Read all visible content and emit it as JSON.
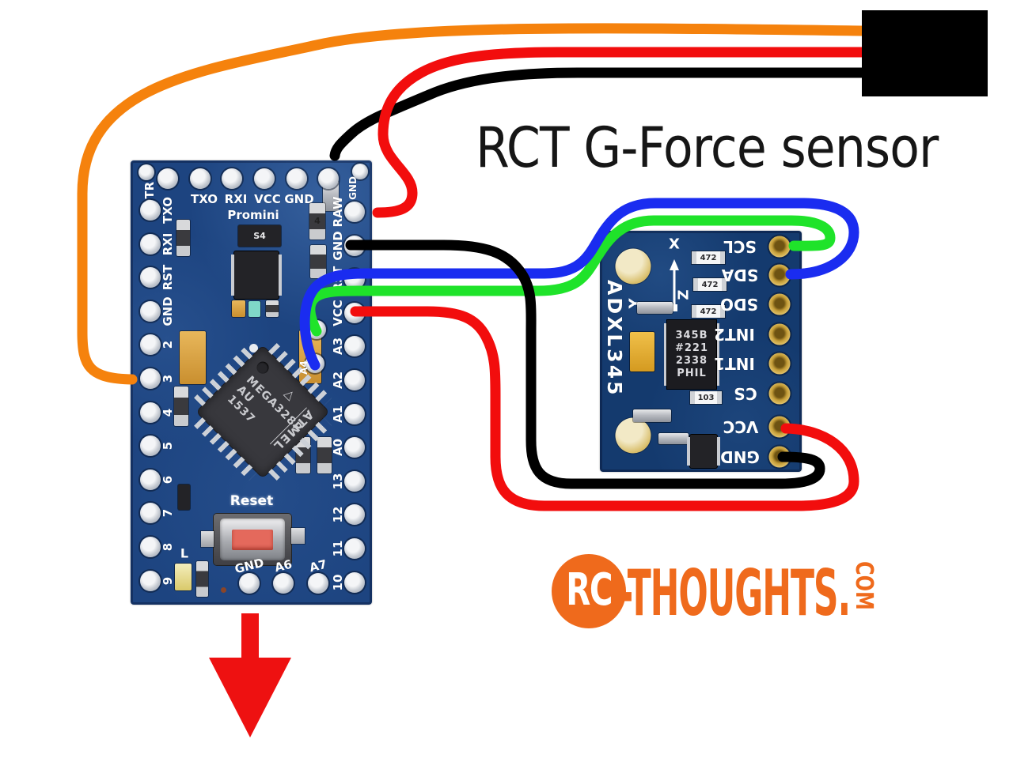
{
  "title": "RCT G-Force sensor",
  "brand": {
    "circle_text": "RC",
    "wordmark": "-THOUGHTS.",
    "tld": "COM"
  },
  "receiver": {
    "wires": [
      "orange",
      "red",
      "black"
    ]
  },
  "arduino_board": {
    "silk_top": {
      "pins": [
        "TXO",
        "RXI",
        "VCC",
        "GND"
      ],
      "name": "Promini"
    },
    "left_pins": [
      "DTR",
      "TXO",
      "RXI",
      "RST",
      "GND",
      "2",
      "3",
      "4",
      "5",
      "6",
      "7",
      "8",
      "9"
    ],
    "right_pins": [
      "RAW",
      "GND",
      "RST",
      "VCC",
      "A3",
      "A2",
      "A1",
      "A0",
      "13",
      "12",
      "11",
      "10"
    ],
    "right_corner_pin": "GND",
    "interior_pins": [
      "A4"
    ],
    "bottom_pins": [
      "GND",
      "A6",
      "A7"
    ],
    "reset_label": "Reset",
    "led_label": "L",
    "regulator_label": "S4",
    "component_label": "4",
    "mcu": {
      "brand": "ATMEL",
      "logo_mark": "△",
      "line1": "MEGA328P",
      "line2": "AU",
      "line3": "1537"
    }
  },
  "sensor_board": {
    "name": "ADXL345",
    "pins": [
      "SCL",
      "SDA",
      "SDO",
      "INT2",
      "INT1",
      "CS",
      "VCC",
      "GND"
    ],
    "axis_labels": {
      "x": "X",
      "y": "Y",
      "z": "Z"
    },
    "ic_lines": [
      "345B",
      "#221",
      "2338",
      "PHIL"
    ],
    "passive_labels": [
      "472",
      "472",
      "472",
      "103"
    ]
  },
  "colors": {
    "wire_orange": "#f5820d",
    "wire_red": "#f20d0d",
    "wire_black": "#000000",
    "wire_blue": "#1a2cf0",
    "wire_green": "#1fe32a",
    "logo_orange": "#ef6a1c",
    "title_color": "#161616",
    "pcb_arduino": "#1d4480",
    "pcb_sensor": "#143a6e",
    "arrow_red": "#ee1111",
    "connector_black": "#000000"
  }
}
